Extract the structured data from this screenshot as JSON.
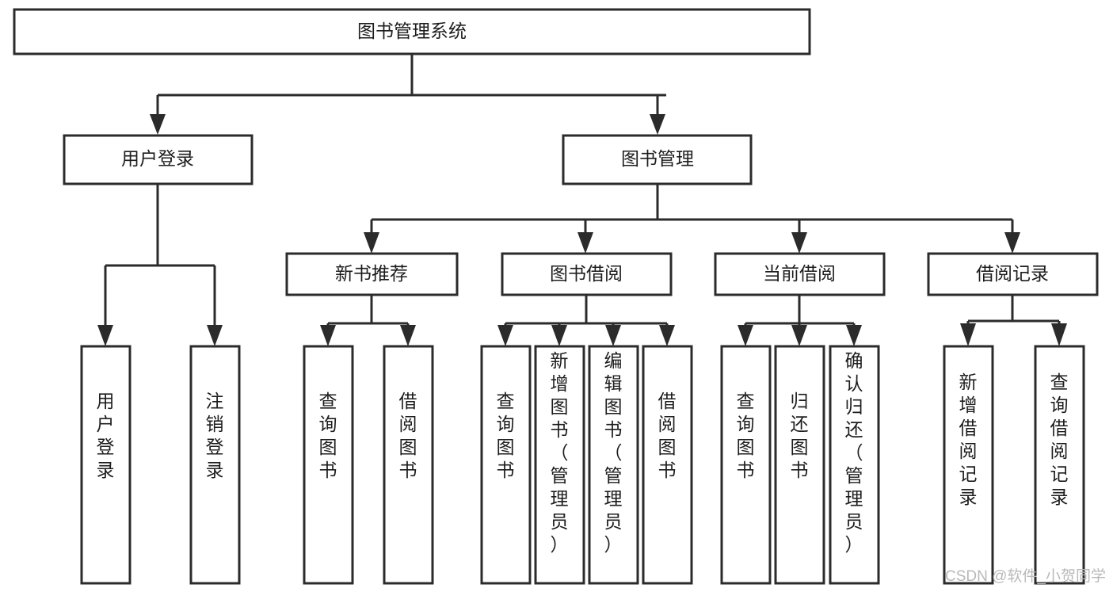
{
  "diagram": {
    "type": "hierarchy-tree",
    "title": "图书管理系统",
    "levels": 4,
    "root": {
      "id": "root",
      "label": "图书管理系统",
      "orientation": "horizontal"
    },
    "level2": [
      {
        "id": "user-login",
        "label": "用户登录",
        "orientation": "horizontal"
      },
      {
        "id": "book-management",
        "label": "图书管理",
        "orientation": "horizontal"
      }
    ],
    "level3": [
      {
        "id": "new-book-recommend",
        "label": "新书推荐",
        "orientation": "horizontal",
        "parent": "book-management"
      },
      {
        "id": "book-borrow",
        "label": "图书借阅",
        "orientation": "horizontal",
        "parent": "book-management"
      },
      {
        "id": "current-borrow",
        "label": "当前借阅",
        "orientation": "horizontal",
        "parent": "book-management"
      },
      {
        "id": "borrow-record",
        "label": "借阅记录",
        "orientation": "horizontal",
        "parent": "book-management"
      }
    ],
    "leaves": [
      {
        "id": "leaf-user-login",
        "label": "用户登录",
        "orientation": "vertical",
        "parent": "user-login"
      },
      {
        "id": "leaf-logout-login",
        "label": "注销登录",
        "orientation": "vertical",
        "parent": "user-login"
      },
      {
        "id": "leaf-query-book-1",
        "label": "查询图书",
        "orientation": "vertical",
        "parent": "new-book-recommend"
      },
      {
        "id": "leaf-borrow-book-1",
        "label": "借阅图书",
        "orientation": "vertical",
        "parent": "new-book-recommend"
      },
      {
        "id": "leaf-query-book-2",
        "label": "查询图书",
        "orientation": "vertical",
        "parent": "book-borrow"
      },
      {
        "id": "leaf-add-book-admin",
        "label": "新增图书（管理员）",
        "orientation": "vertical",
        "parent": "book-borrow"
      },
      {
        "id": "leaf-edit-book-admin",
        "label": "编辑图书（管理员）",
        "orientation": "vertical",
        "parent": "book-borrow"
      },
      {
        "id": "leaf-borrow-book-2",
        "label": "借阅图书",
        "orientation": "vertical",
        "parent": "book-borrow"
      },
      {
        "id": "leaf-query-book-3",
        "label": "查询图书",
        "orientation": "vertical",
        "parent": "current-borrow"
      },
      {
        "id": "leaf-return-book",
        "label": "归还图书",
        "orientation": "vertical",
        "parent": "current-borrow"
      },
      {
        "id": "leaf-confirm-return-admin",
        "label": "确认归还（管理员）",
        "orientation": "vertical",
        "parent": "current-borrow"
      },
      {
        "id": "leaf-add-borrow-record",
        "label": "新增借阅记录",
        "orientation": "vertical",
        "parent": "borrow-record"
      },
      {
        "id": "leaf-query-borrow-record",
        "label": "查询借阅记录",
        "orientation": "vertical",
        "parent": "borrow-record"
      }
    ],
    "colors": {
      "box_stroke": "#2b2b2b",
      "box_fill": "#ffffff",
      "connector": "#2b2b2b",
      "text": "#1d1d1d",
      "background": "#ffffff",
      "watermark": "#b9b9b9"
    }
  },
  "watermark": {
    "text": "CSDN @软件_小贺同学"
  }
}
